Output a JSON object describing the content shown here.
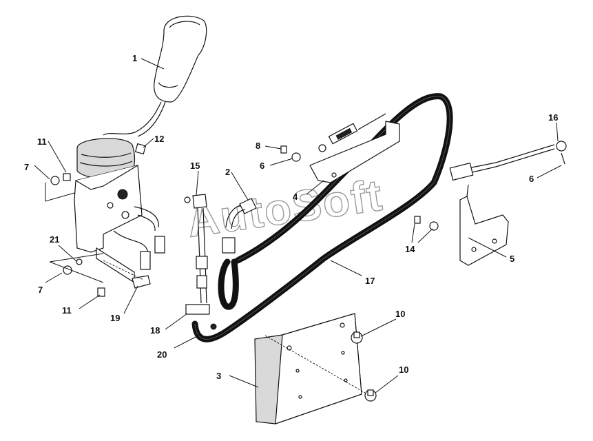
{
  "watermark": "AutoSoft",
  "callouts": [
    {
      "id": "c1",
      "label": "1"
    },
    {
      "id": "c2",
      "label": "2"
    },
    {
      "id": "c3",
      "label": "3"
    },
    {
      "id": "c4",
      "label": "4"
    },
    {
      "id": "c5",
      "label": "5"
    },
    {
      "id": "c6a",
      "label": "6"
    },
    {
      "id": "c6b",
      "label": "6"
    },
    {
      "id": "c7a",
      "label": "7"
    },
    {
      "id": "c7b",
      "label": "7"
    },
    {
      "id": "c8",
      "label": "8"
    },
    {
      "id": "c10a",
      "label": "10"
    },
    {
      "id": "c10b",
      "label": "10"
    },
    {
      "id": "c11a",
      "label": "11"
    },
    {
      "id": "c11b",
      "label": "11"
    },
    {
      "id": "c12",
      "label": "12"
    },
    {
      "id": "c14",
      "label": "14"
    },
    {
      "id": "c15",
      "label": "15"
    },
    {
      "id": "c16",
      "label": "16"
    },
    {
      "id": "c17",
      "label": "17"
    },
    {
      "id": "c18",
      "label": "18"
    },
    {
      "id": "c19",
      "label": "19"
    },
    {
      "id": "c20",
      "label": "20"
    },
    {
      "id": "c21",
      "label": "21"
    }
  ]
}
